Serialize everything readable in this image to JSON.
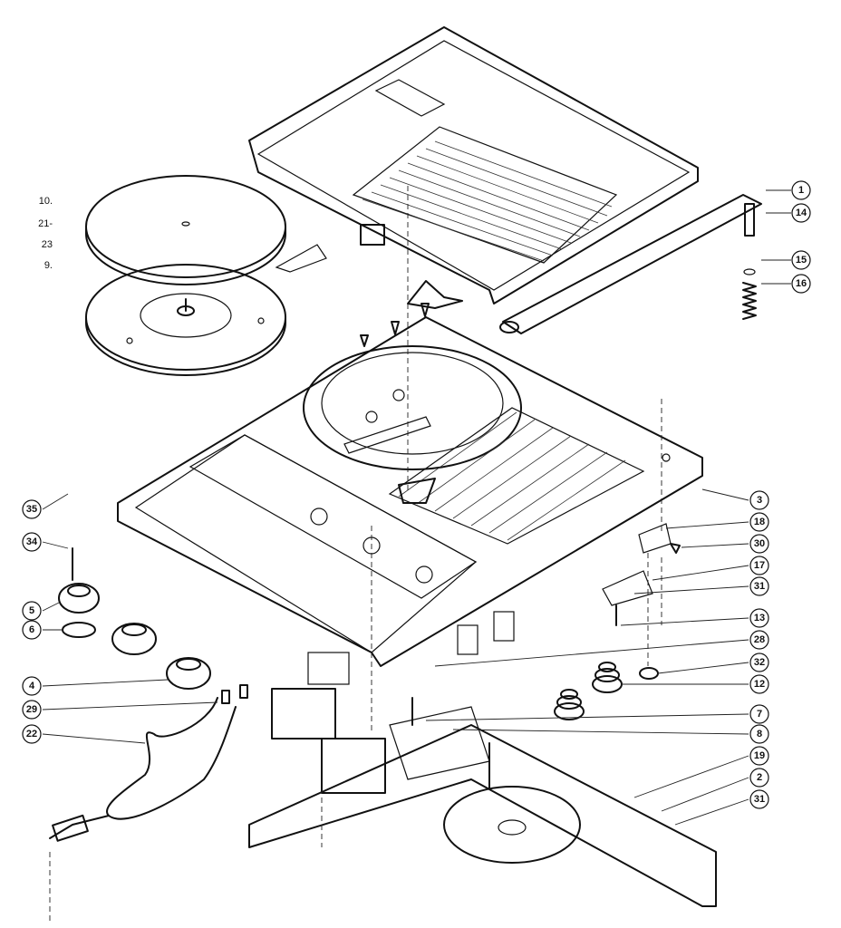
{
  "callouts": [
    {
      "id": "1"
    },
    {
      "id": "14"
    },
    {
      "id": "15"
    },
    {
      "id": "16"
    },
    {
      "id": "3"
    },
    {
      "id": "18"
    },
    {
      "id": "30"
    },
    {
      "id": "17"
    },
    {
      "id": "31"
    },
    {
      "id": "13"
    },
    {
      "id": "28"
    },
    {
      "id": "32"
    },
    {
      "id": "12"
    },
    {
      "id": "7"
    },
    {
      "id": "8"
    },
    {
      "id": "19"
    },
    {
      "id": "2"
    },
    {
      "id": "31"
    },
    {
      "id": "35"
    },
    {
      "id": "34"
    },
    {
      "id": "5"
    },
    {
      "id": "6"
    },
    {
      "id": "4"
    },
    {
      "id": "29"
    },
    {
      "id": "22"
    }
  ],
  "plain_labels": [
    "10.",
    "21-",
    "23",
    "9."
  ]
}
